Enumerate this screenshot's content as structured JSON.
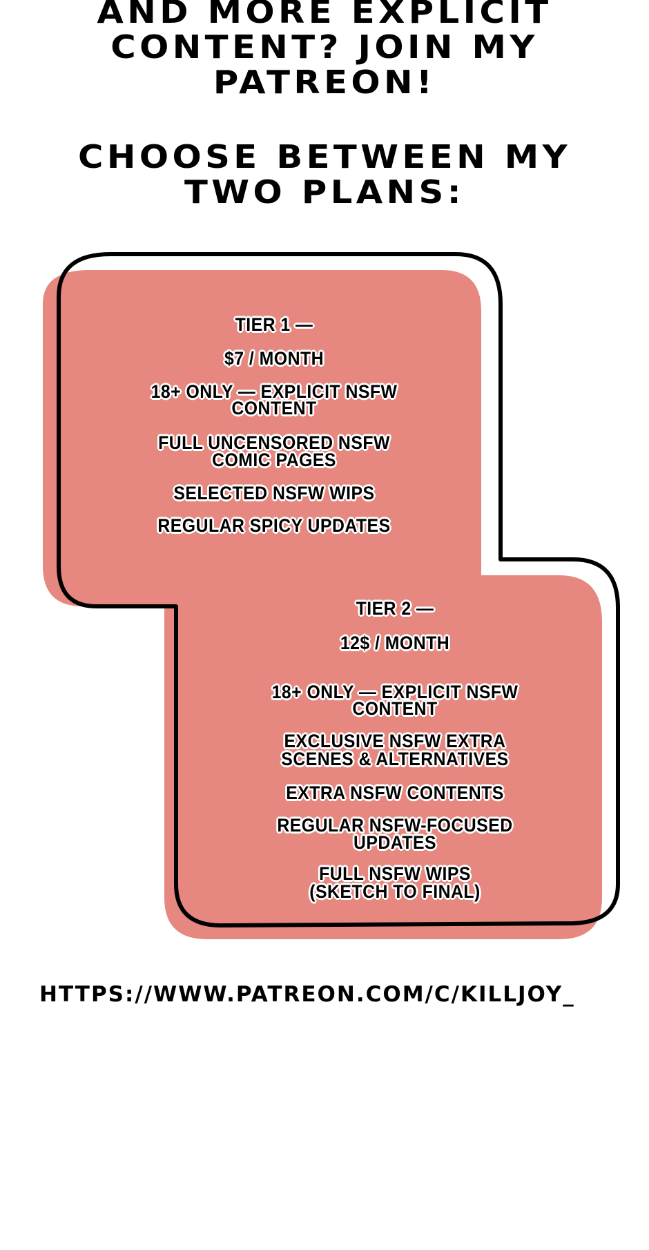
{
  "header": {
    "lines": [
      "AND MORE EXPLICIT",
      "CONTENT? JOIN MY",
      "PATREON!"
    ],
    "subtitle_lines": [
      "CHOOSE BETWEEN MY",
      "TWO PLANS:"
    ]
  },
  "tiers": [
    {
      "title": "TIER 1 —",
      "price": "$7 / MONTH",
      "features": [
        [
          "18+ ONLY — EXPLICIT NSFW",
          "CONTENT"
        ],
        [
          "FULL UNCENSORED NSFW",
          "COMIC PAGES"
        ],
        [
          "SELECTED NSFW WIPS"
        ],
        [
          "REGULAR SPICY UPDATES"
        ]
      ]
    },
    {
      "title": "TIER 2 —",
      "price": "12$ / MONTH",
      "features": [
        [
          "18+ ONLY — EXPLICIT NSFW",
          "CONTENT"
        ],
        [
          "EXCLUSIVE NSFW EXTRA",
          "SCENES & ALTERNATIVES"
        ],
        [
          "EXTRA NSFW CONTENTS"
        ],
        [
          "REGULAR NSFW-FOCUSED",
          "UPDATES"
        ],
        [
          "FULL NSFW WIPS",
          "(SKETCH TO FINAL)"
        ]
      ]
    }
  ],
  "link": "HTTPS://WWW.PATREON.COM/C/KILLJOY_",
  "colors": {
    "panel": "#e68880",
    "outline": "#000000"
  }
}
